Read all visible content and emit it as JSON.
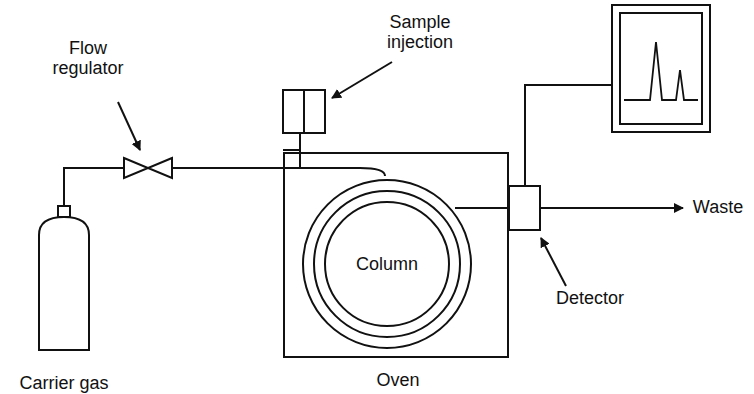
{
  "diagram": {
    "nodes": [
      {
        "text": [
          "Carrier gas"
        ]
      },
      {
        "text": [
          "Oven"
        ]
      },
      {
        "text": [
          "Column"
        ],
        "in": 1
      }
    ],
    "edges": [
      {
        "from": 0,
        "to": 1,
        "arrow": "none"
      }
    ],
    "labels": [
      "Flow regulator",
      "Sample injection",
      "Detector",
      "Waste"
    ]
  }
}
